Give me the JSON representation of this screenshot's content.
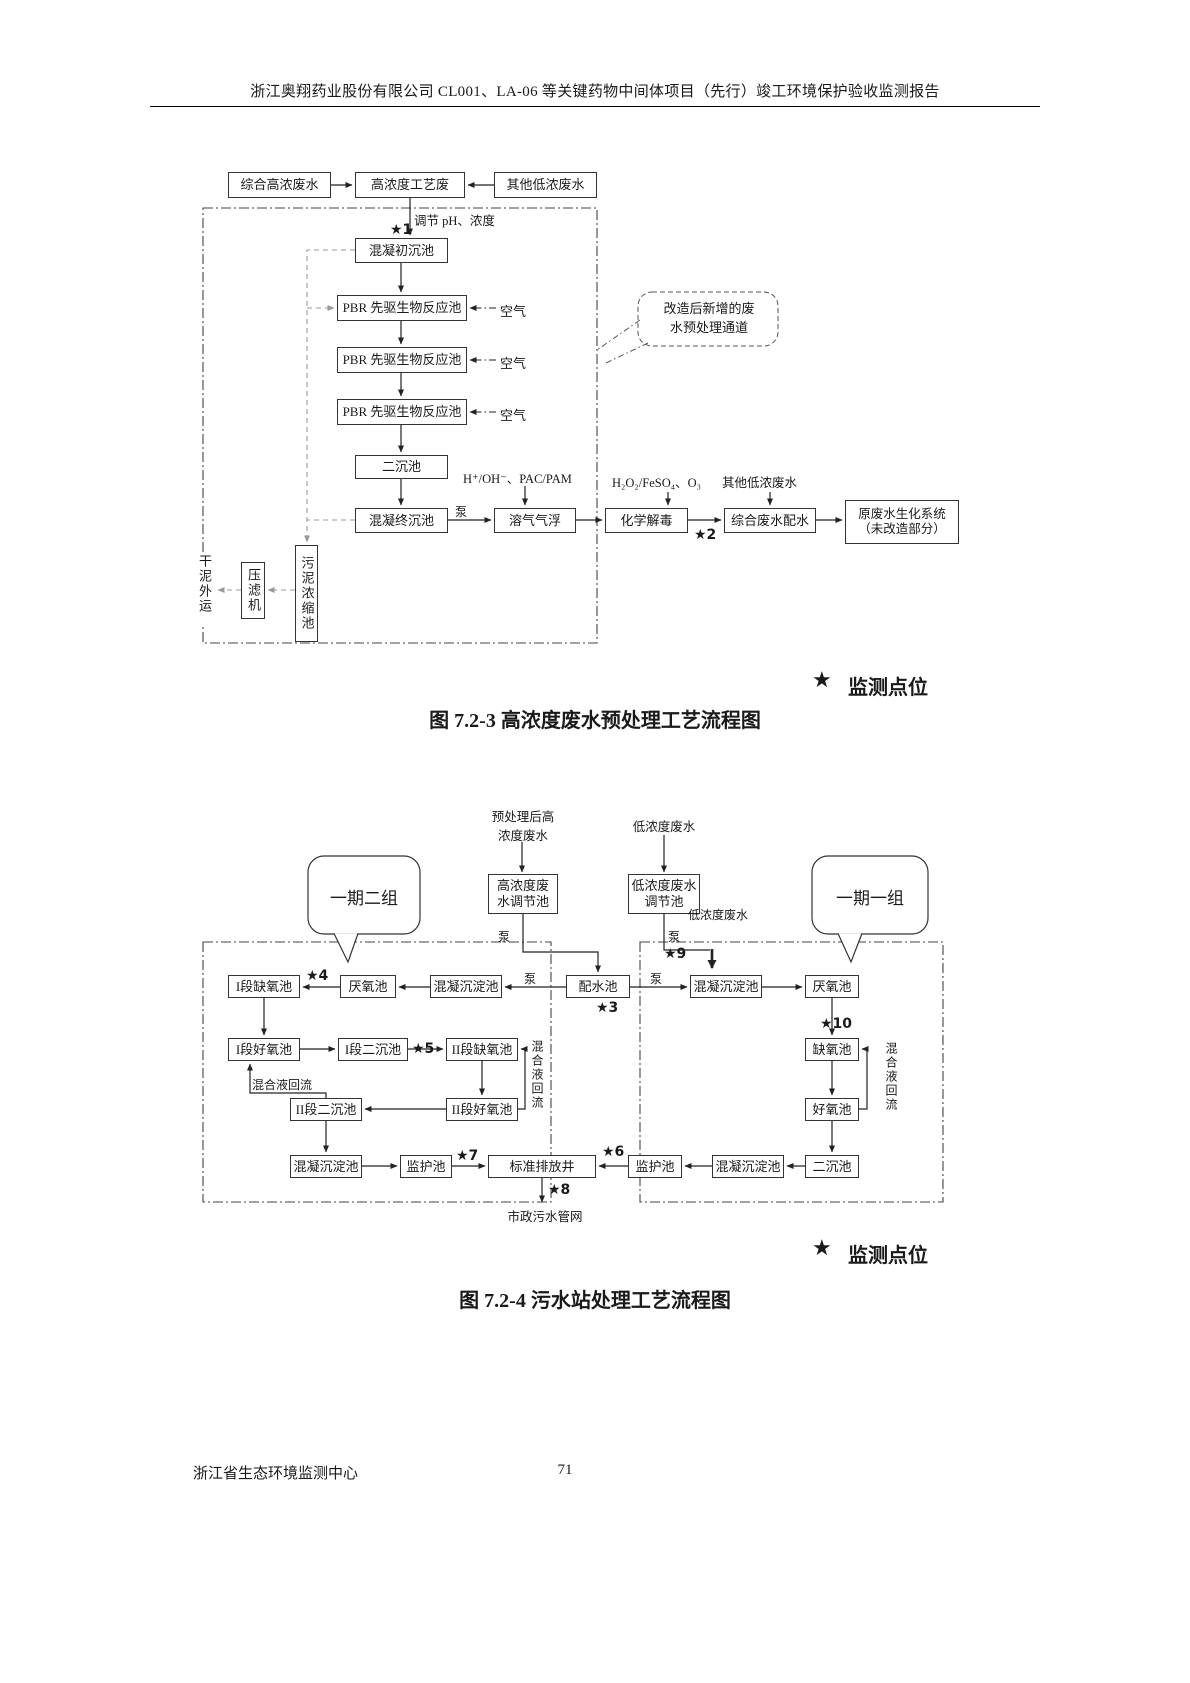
{
  "page": {
    "header": "浙江奥翔药业股份有限公司 CL001、LA-06 等关键药物中间体项目（先行）竣工环境保护验收监测报告",
    "footer": "浙江省生态环境监测中心",
    "page_number": "71"
  },
  "legend": {
    "star": "★",
    "label": "监测点位"
  },
  "d1": {
    "caption": "图 7.2-3  高浓度废水预处理工艺流程图",
    "nodes": {
      "inlet_left": "综合高浓废水",
      "inlet_main": "高浓度工艺废",
      "inlet_right": "其他低浓废水",
      "primary_tank": "混凝初沉池",
      "pbr": "PBR 先驱生物反应池",
      "secondary_tank": "二沉池",
      "final_tank": "混凝终沉池",
      "daf": "溶气气浮",
      "detox": "化学解毒",
      "mix": "综合废水配水",
      "bio_line1": "原废水生化系统",
      "bio_line2": "（未改造部分）",
      "sludge_tank": "污泥浓缩池",
      "filter_press": "压滤机"
    },
    "labels": {
      "adjust": "调节 pH、浓度",
      "air": "空气",
      "pump": "泵",
      "dosing1": "H⁺/OH⁻、PAC/PAM",
      "dosing2": "H₂O₂/FeSO₄、O₃",
      "other_low": "其他低浓废水",
      "sludge_out": "干泥外运",
      "callout": "改造后新增的废水预处理通道",
      "star1": "★1",
      "star2": "★2"
    }
  },
  "d2": {
    "caption": "图 7.2-4  污水站处理工艺流程图",
    "nodes": {
      "high_adjust": "高浓度废水调节池",
      "low_adjust": "低浓度废水调节池",
      "distribute": "配水池",
      "coag": "混凝沉淀池",
      "anaerobic": "厌氧池",
      "anoxic1": "I段缺氧池",
      "aerobic1": "I段好氧池",
      "settle1": "I段二沉池",
      "anoxic2": "II段缺氧池",
      "aerobic2": "II段好氧池",
      "settle2": "II段二沉池",
      "guard": "监护池",
      "outfall": "标准排放井",
      "anoxic": "缺氧池",
      "aerobic": "好氧池",
      "settle": "二沉池"
    },
    "labels": {
      "pre_high": "预处理后高浓度废水",
      "low_top": "低浓度废水",
      "low_side": "低浓度废水",
      "pump": "泵",
      "group2": "一期二组",
      "group1": "一期一组",
      "recycle": "混合液回流",
      "municipal": "市政污水管网",
      "star3": "★3",
      "star4": "★4",
      "star5": "★5",
      "star6": "★6",
      "star7": "★7",
      "star8": "★8",
      "star9": "★9",
      "star10": "★10"
    }
  }
}
